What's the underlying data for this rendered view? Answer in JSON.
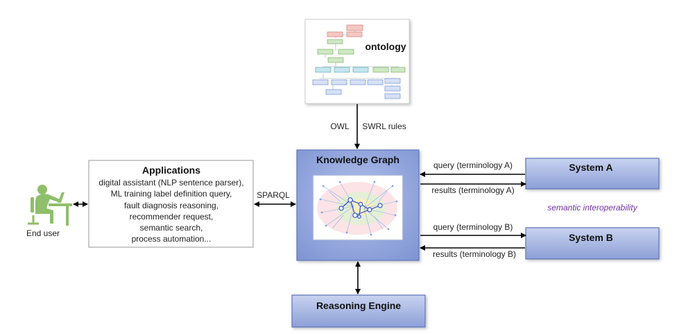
{
  "end_user": {
    "label": "End user",
    "icon": "user-at-laptop-icon",
    "icon_color": "#8fbf6a"
  },
  "applications": {
    "title": "Applications",
    "lines": [
      "digital assistant (NLP sentence parser),",
      "ML training label definition query,",
      "fault diagnosis reasoning,",
      "recommender request,",
      "semantic search,",
      "process automation..."
    ]
  },
  "sparql_label": "SPARQL",
  "ontology": {
    "label": "ontology",
    "icon": "ontology-hierarchy-thumbnail"
  },
  "owl_label": "OWL",
  "swrl_label": "SWRL rules",
  "knowledge_graph": {
    "title": "Knowledge Graph",
    "icon": "graph-network-thumbnail"
  },
  "system_a": {
    "title": "System A",
    "query_label": "query (terminology A)",
    "results_label": "results (terminology A)"
  },
  "system_b": {
    "title": "System B",
    "query_label": "query (terminology B)",
    "results_label": "results (terminology B)"
  },
  "semantic_interoperability": "semantic interoperability",
  "reasoning_engine": {
    "title": "Reasoning Engine"
  },
  "colors": {
    "box_fill_light": "#c6d0ee",
    "box_fill_dark": "#8fa1d8",
    "box_stroke": "#5b73b8",
    "interop_text": "#7030a0",
    "user_green": "#8fbf6a"
  }
}
